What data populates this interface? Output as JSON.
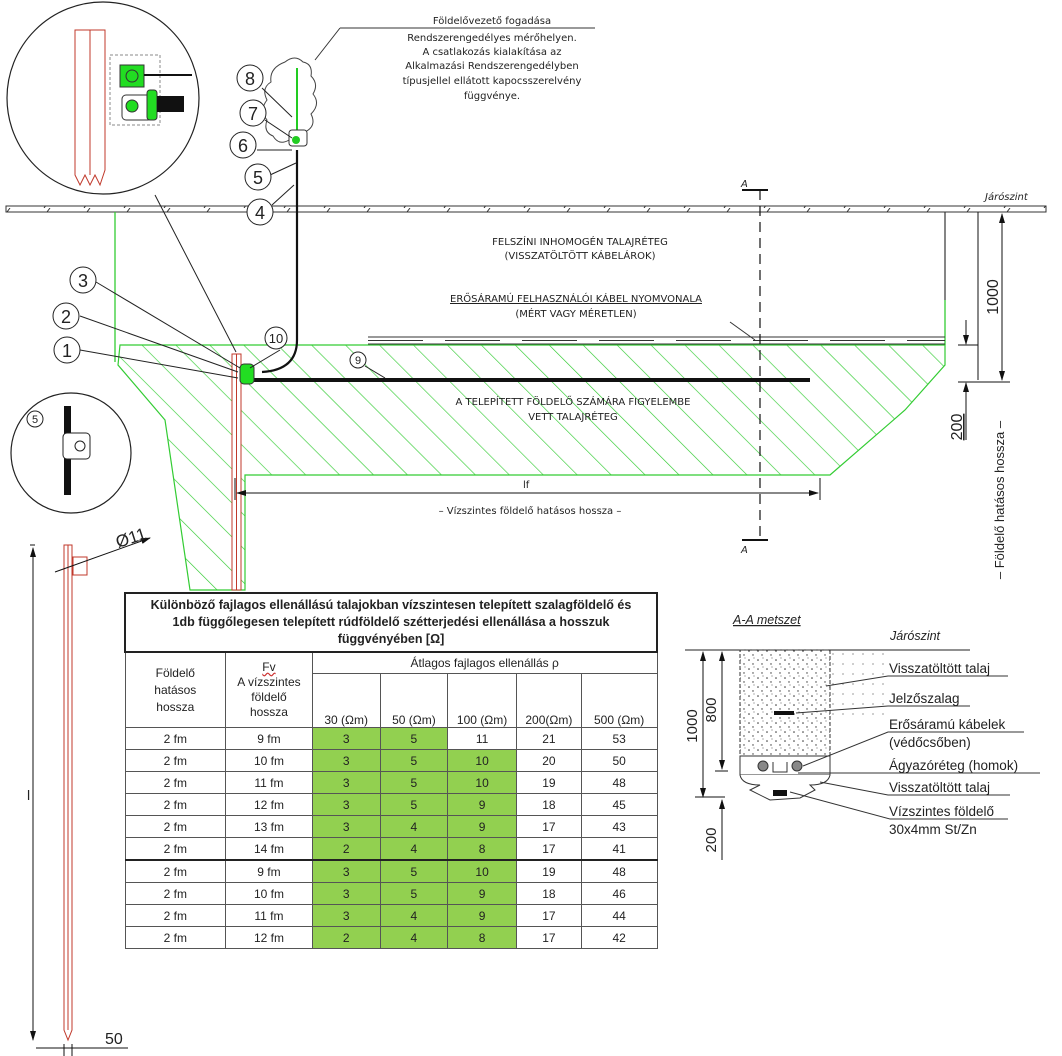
{
  "annotations": {
    "connection_note": [
      "Földelővezető fogadása",
      "Rendszerengedélyes mérőhelyen.",
      "A csatlakozás kialakítása az",
      "Alkalmazási Rendszerengedélyben",
      "típusjellel ellátott kapocsszerelvény",
      "függvénye."
    ],
    "ground_level": "Járószint",
    "surface_layer": [
      "FELSZÍNI INHOMOGÉN TALAJRÉTEG",
      "(VISSZATÖLTÖTT KÁBELÁROK)"
    ],
    "cable_route": [
      "ERŐSÁRAMÚ FELHASZNÁLÓI KÁBEL NYOMVONALA",
      "(MÉRT VAGY MÉRETLEN)"
    ],
    "considered_layer": [
      "A TELEPÍTETT FÖLDELŐ SZÁMÁRA FIGYELEMBE",
      "VETT TALAJRÉTEG"
    ],
    "section_mark": "A",
    "lf": "lf",
    "horizontal_length": "– Vízszintes földelő hatásos hossza –",
    "effective_length": "– Földelő hatásos hossza –",
    "dim_1000": "1000",
    "dim_200": "200",
    "dim_diameter": "Ø11",
    "dim_50": "50",
    "dim_l": "l"
  },
  "callouts": [
    "1",
    "2",
    "3",
    "4",
    "5",
    "6",
    "7",
    "8",
    "9",
    "10"
  ],
  "detail_5_label": "5",
  "section": {
    "title": "A-A metszet",
    "ground_level": "Járószint",
    "dim_1000": "1000",
    "dim_800": "800",
    "dim_200": "200",
    "labels": [
      "Visszatöltött talaj",
      "Jelzőszalag",
      "Erősáramú kábelek",
      "(védőcsőben)",
      "Ágyazóréteg (homok)",
      "Visszatöltött talaj",
      "Vízszintes földelő",
      "30x4mm St/Zn"
    ]
  },
  "table": {
    "title": [
      "Különböző fajlagos ellenállású talajokban vízszintesen telepített szalagföldelő és",
      "1db függőlegesen telepített rúdföldelő szétterjedési ellenállása a hosszuk",
      "függvényében [Ω]"
    ],
    "col1_header": [
      "Földelő",
      "hatásos",
      "hossza"
    ],
    "col2_header": [
      "Fv",
      "A vízszintes",
      "földelő",
      "hossza"
    ],
    "group_header": "Átlagos fajlagos ellenállás ρ",
    "rho_headers": [
      "30 (Ωm)",
      "50 (Ωm)",
      "100 (Ωm)",
      "200(Ωm)",
      "500 (Ωm)"
    ],
    "highlight_color": "#92d050",
    "rows": [
      {
        "effective": "2 fm",
        "horizontal": "9 fm",
        "values": [
          "3",
          "5",
          "11",
          "21",
          "53"
        ],
        "highlight": [
          true,
          true,
          false,
          false,
          false
        ]
      },
      {
        "effective": "2 fm",
        "horizontal": "10 fm",
        "values": [
          "3",
          "5",
          "10",
          "20",
          "50"
        ],
        "highlight": [
          true,
          true,
          true,
          false,
          false
        ]
      },
      {
        "effective": "2 fm",
        "horizontal": "11 fm",
        "values": [
          "3",
          "5",
          "10",
          "19",
          "48"
        ],
        "highlight": [
          true,
          true,
          true,
          false,
          false
        ]
      },
      {
        "effective": "2 fm",
        "horizontal": "12 fm",
        "values": [
          "3",
          "5",
          "9",
          "18",
          "45"
        ],
        "highlight": [
          true,
          true,
          true,
          false,
          false
        ]
      },
      {
        "effective": "2 fm",
        "horizontal": "13 fm",
        "values": [
          "3",
          "4",
          "9",
          "17",
          "43"
        ],
        "highlight": [
          true,
          true,
          true,
          false,
          false
        ]
      },
      {
        "effective": "2 fm",
        "horizontal": "14 fm",
        "values": [
          "2",
          "4",
          "8",
          "17",
          "41"
        ],
        "highlight": [
          true,
          true,
          true,
          false,
          false
        ]
      },
      {
        "effective": "2 fm",
        "horizontal": "9 fm",
        "values": [
          "3",
          "5",
          "10",
          "19",
          "48"
        ],
        "highlight": [
          true,
          true,
          true,
          false,
          false
        ]
      },
      {
        "effective": "2 fm",
        "horizontal": "10 fm",
        "values": [
          "3",
          "5",
          "9",
          "18",
          "46"
        ],
        "highlight": [
          true,
          true,
          true,
          false,
          false
        ]
      },
      {
        "effective": "2 fm",
        "horizontal": "11 fm",
        "values": [
          "3",
          "4",
          "9",
          "17",
          "44"
        ],
        "highlight": [
          true,
          true,
          true,
          false,
          false
        ]
      },
      {
        "effective": "2 fm",
        "horizontal": "12 fm",
        "values": [
          "2",
          "4",
          "8",
          "17",
          "42"
        ],
        "highlight": [
          true,
          true,
          true,
          false,
          false
        ]
      }
    ]
  }
}
